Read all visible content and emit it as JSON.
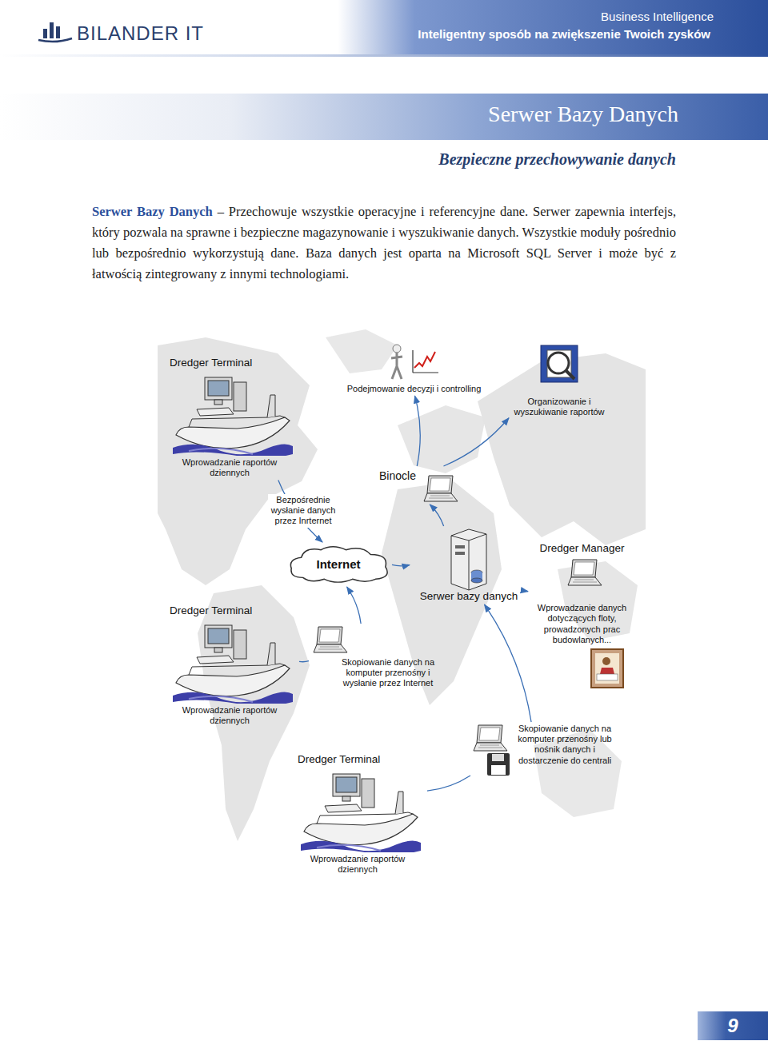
{
  "diagram": {
    "title": "Serwer Bazy Danych",
    "nodes": [
      {
        "text": [
          "Dredger Terminal",
          "Wprowadzanie raportów dziennych"
        ]
      },
      {
        "text": [
          "Podejmowanie decyzji i controlling"
        ]
      },
      {
        "text": [
          "Organizowanie i wyszukiwanie raportów"
        ]
      },
      {
        "text": [
          "Binocle"
        ]
      },
      {
        "text": [
          "Internet"
        ]
      },
      {
        "text": [
          "Serwer bazy danych"
        ]
      },
      {
        "text": [
          "Dredger Manager",
          "Wprowadzanie danych dotyczących floty, prowadzonych prac budowlanych..."
        ]
      },
      {
        "text": [
          "Dredger Terminal",
          "Wprowadzanie raportów dziennych"
        ]
      },
      {
        "text": [
          "Skopiowanie danych na komputer przenośny i wysłanie przez Internet"
        ]
      },
      {
        "text": [
          "Skopiowanie danych na komputer przenośny lub nośnik danych i dostarczenie do centrali"
        ]
      },
      {
        "text": [
          "Dredger Terminal",
          "Wprowadzanie raportów dziennych"
        ]
      }
    ],
    "edges": [
      {
        "from": 0,
        "to": 4,
        "label": "Bezpośrednie wysłanie danych przez Inrternet",
        "arrow": "to"
      },
      {
        "from": 4,
        "to": 5,
        "arrow": "to"
      },
      {
        "from": 8,
        "to": 4,
        "arrow": "to"
      },
      {
        "from": 5,
        "to": 3,
        "arrow": "to"
      },
      {
        "from": 3,
        "to": 1,
        "arrow": "to"
      },
      {
        "from": 3,
        "to": 2,
        "arrow": "to"
      },
      {
        "from": 6,
        "to": 5,
        "arrow": "to"
      },
      {
        "from": 9,
        "to": 5,
        "arrow": "to"
      },
      {
        "from": 7,
        "to": 8,
        "arrow": "none"
      },
      {
        "from": 10,
        "to": 9,
        "arrow": "none"
      }
    ],
    "labels": [
      "BILANDER IT",
      "Business Intelligence",
      "Inteligentny sposób na zwiększenie Twoich zysków",
      "Bezpieczne przechowywanie danych",
      "Serwer Bazy Danych",
      "– Przechowuje wszystkie operacyjne i referencyjne dane. Serwer zapewnia interfejs, który pozwala na sprawne i bezpieczne magazynowanie i wyszukiwanie danych. Wszystkie moduły pośrednio lub bezpośrednio wykorzystują dane. Baza danych jest oparta na Microsoft SQL Server i może być z łatwością zintegrowany z innymi technologiami.",
      "9"
    ]
  }
}
